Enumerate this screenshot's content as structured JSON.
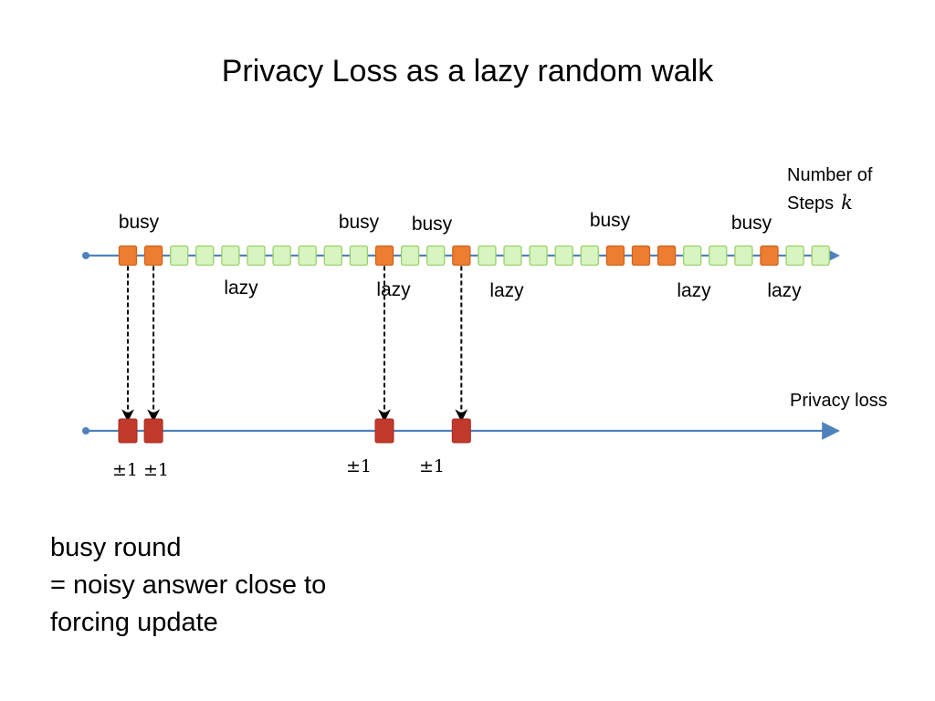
{
  "title": "Privacy Loss as a lazy random walk",
  "steps_axis": {
    "label": "Number of",
    "label_line2": "Steps",
    "variable": "k"
  },
  "loss_axis": {
    "label": "Privacy loss"
  },
  "step_sequence": [
    "busy",
    "busy",
    "lazy",
    "lazy",
    "lazy",
    "lazy",
    "lazy",
    "lazy",
    "lazy",
    "lazy",
    "busy",
    "lazy",
    "lazy",
    "busy",
    "lazy",
    "lazy",
    "lazy",
    "lazy",
    "lazy",
    "busy",
    "busy",
    "busy",
    "lazy",
    "lazy",
    "lazy",
    "busy",
    "lazy",
    "lazy"
  ],
  "busy_labels": [
    "busy",
    "busy",
    "busy",
    "busy",
    "busy"
  ],
  "lazy_labels": [
    "lazy",
    "lazy",
    "lazy",
    "lazy",
    "lazy"
  ],
  "loss_increments": [
    "±1",
    "±1",
    "±1",
    "±1"
  ],
  "note": {
    "line1": "busy round",
    "line2": "= noisy answer close to",
    "line3": "forcing update"
  },
  "colors": {
    "busy": "#ed7d31",
    "lazy": "#d6f5c0",
    "lazy_border": "#9ccf6a",
    "loss_marker": "#c0392b",
    "axis": "#4f81bd"
  }
}
